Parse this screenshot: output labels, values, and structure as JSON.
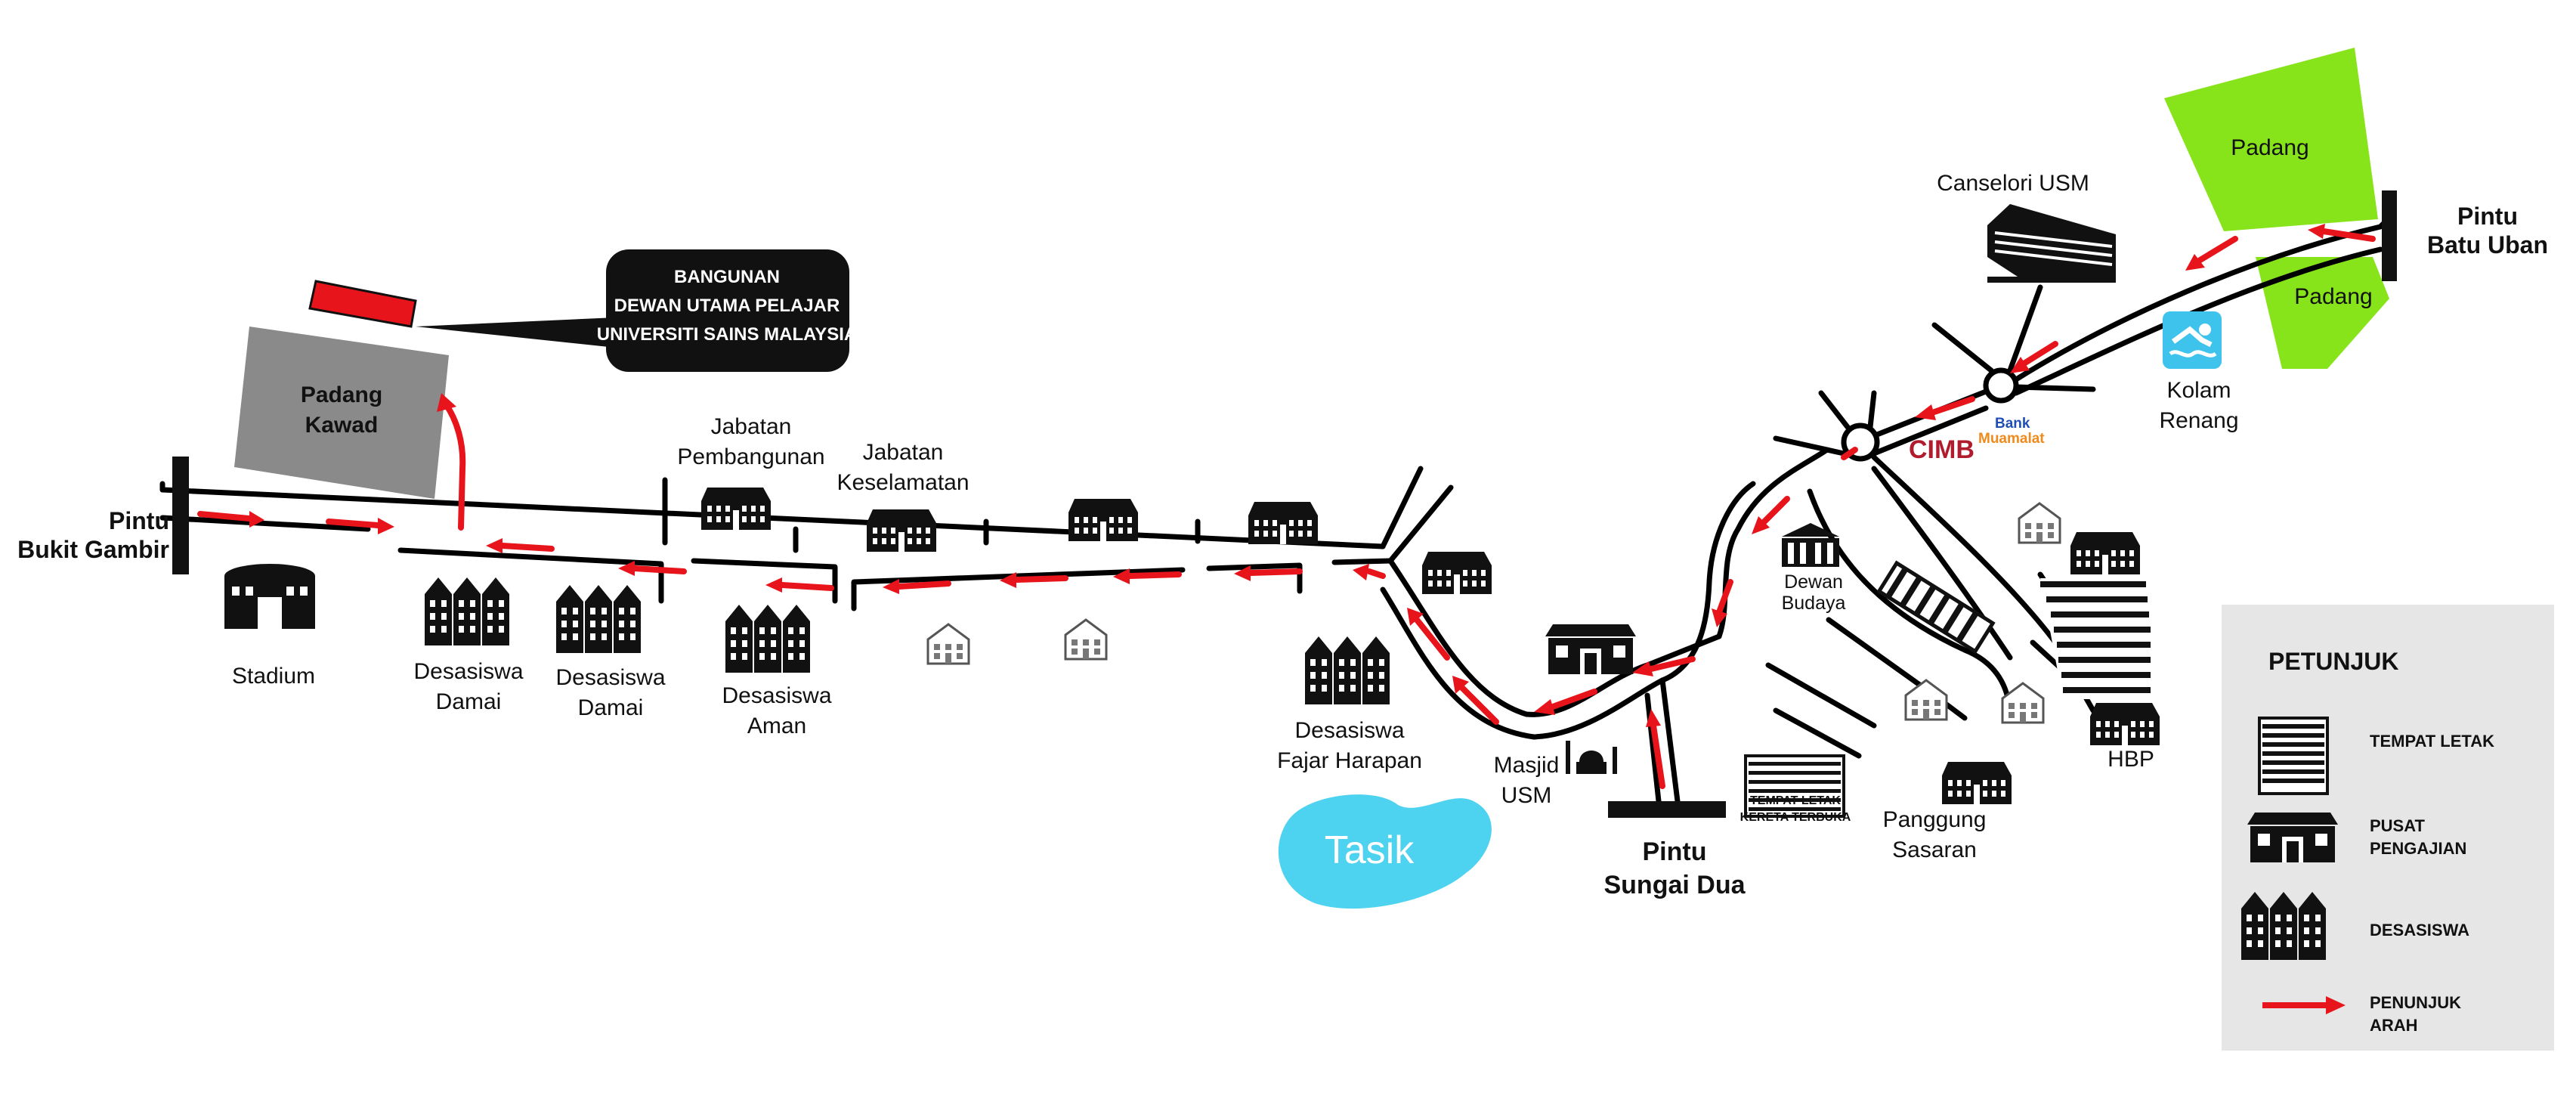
{
  "gates": {
    "bukit_gambir": "Pintu\nBukit Gambir",
    "batu_uban": "Pintu\nBatu Uban",
    "sungai_dua": "Pintu\nSungai Dua"
  },
  "callout": {
    "line1": "BANGUNAN",
    "line2": "DEWAN UTAMA PELAJAR",
    "line3": "UNIVERSITI SAINS MALAYSIA"
  },
  "places": {
    "padang_kawad": "Padang\nKawad",
    "stadium": "Stadium",
    "desasiswa_damai_1": "Desasiswa\nDamai",
    "desasiswa_damai_2": "Desasiswa\nDamai",
    "desasiswa_aman": "Desasiswa\nAman",
    "jabatan_pembangunan": "Jabatan\nPembangunan",
    "jabatan_keselamatan": "Jabatan\nKeselamatan",
    "desasiswa_fajar": "Desasiswa\nFajar Harapan",
    "tasik": "Tasik",
    "masjid": "Masjid\nUSM",
    "tempat_letak_kereta": "TEMPAT LETAK\nKERETA TERBUKA",
    "panggung": "Panggung\nSasaran",
    "dewan_budaya": "Dewan\nBudaya",
    "hbp": "HBP",
    "canselori": "Canselori USM",
    "padang_1": "Padang",
    "padang_2": "Padang",
    "kolam": "Kolam\nRenang",
    "cimb": "CIMB",
    "bank_line1": "Bank",
    "bank_line2": "Muamalat"
  },
  "legend": {
    "title": "PETUNJUK",
    "items": [
      {
        "label": "TEMPAT LETAK",
        "icon": "parking-icon"
      },
      {
        "label": "PUSAT\nPENGAJIAN",
        "icon": "school-building-icon"
      },
      {
        "label": "DESASISWA",
        "icon": "hostel-icon"
      },
      {
        "label": "PENUNJUK\nARAH",
        "icon": "red-arrow-icon"
      }
    ]
  },
  "colors": {
    "arrow": "#e8141b",
    "padang_green": "#88e41a",
    "tasik_blue": "#4dd2f0",
    "kawad_gray": "#8a8a8a",
    "legend_bg": "#e6e6e6",
    "cimb_red": "#b01c2e",
    "bank_blue": "#1f4fb4",
    "bank_orange": "#f08a1c",
    "pool_blue": "#3ec3ec"
  }
}
